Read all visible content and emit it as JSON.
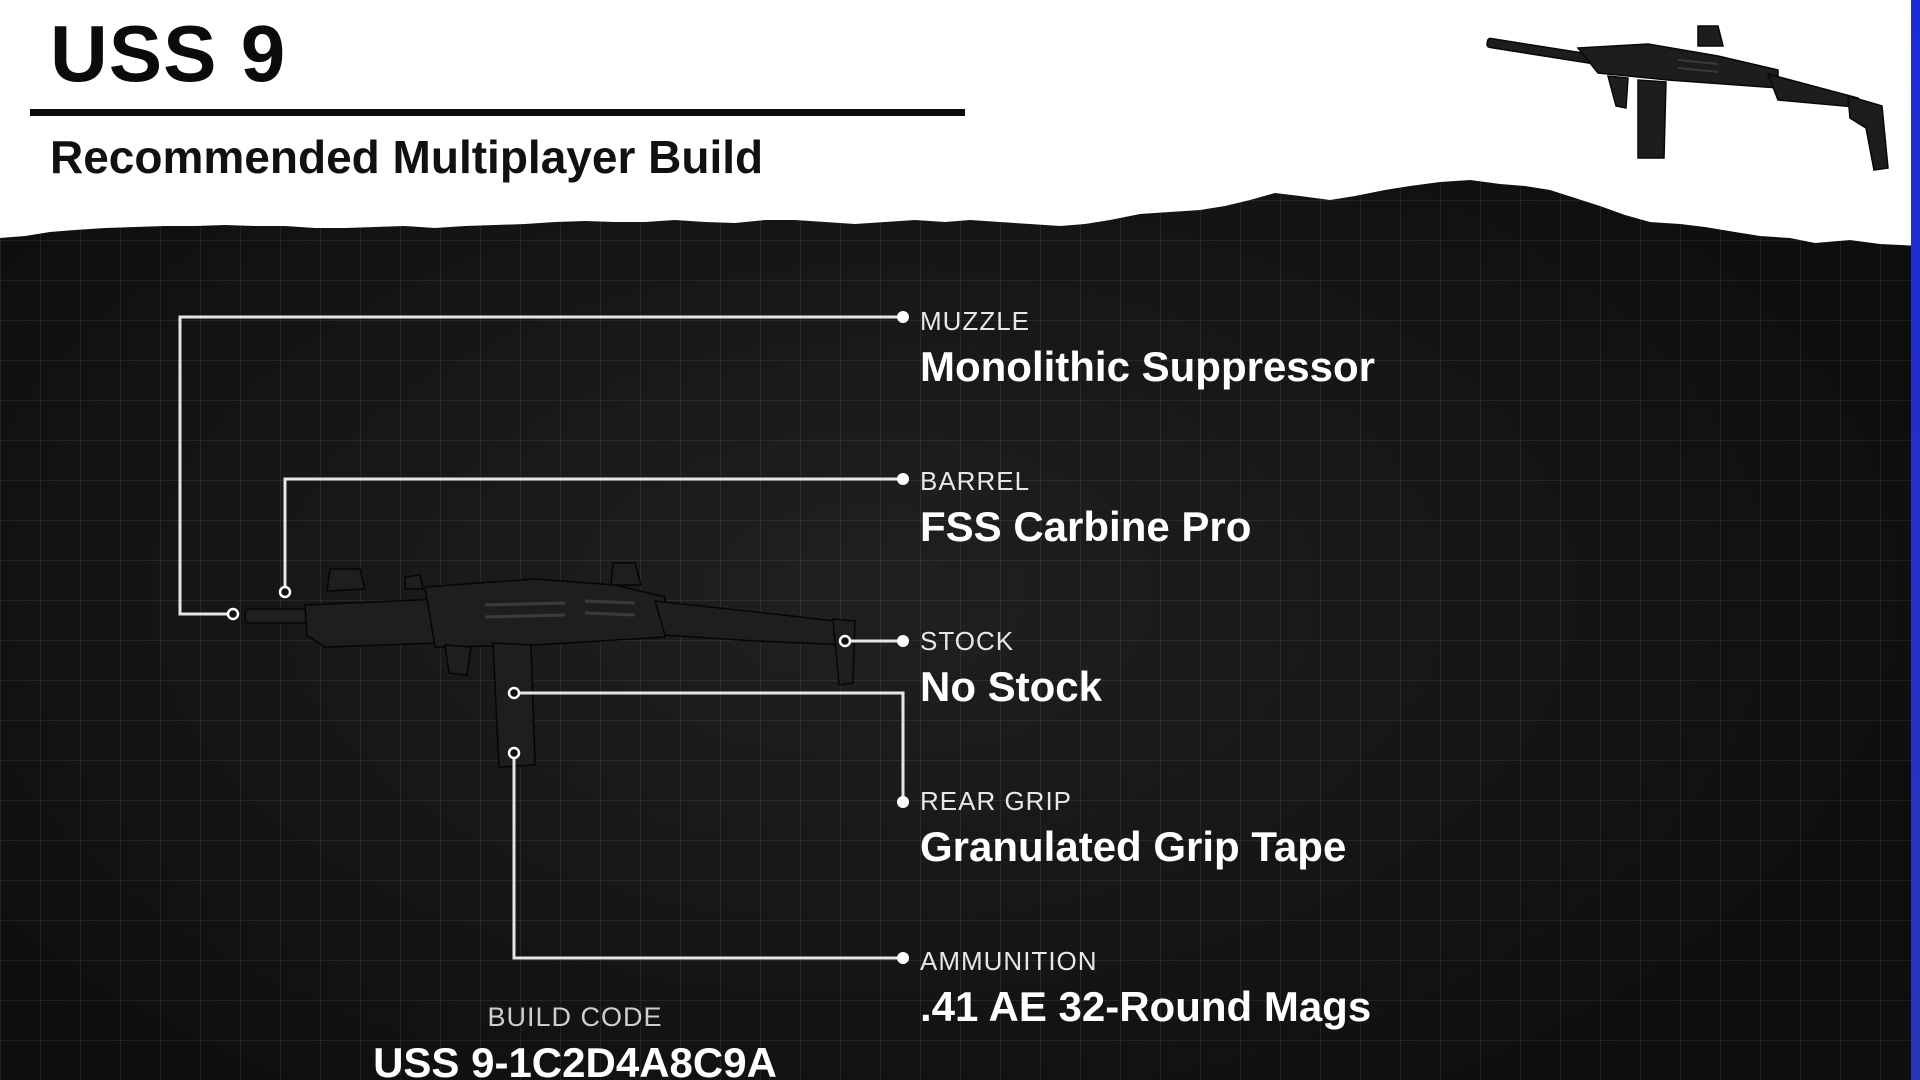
{
  "header": {
    "title": "USS 9",
    "subtitle": "Recommended Multiplayer Build"
  },
  "attachments": [
    {
      "category": "MUZZLE",
      "name": "Monolithic Suppressor"
    },
    {
      "category": "BARREL",
      "name": "FSS Carbine Pro"
    },
    {
      "category": "STOCK",
      "name": "No Stock"
    },
    {
      "category": "REAR GRIP",
      "name": "Granulated Grip Tape"
    },
    {
      "category": "AMMUNITION",
      "name": ".41 AE 32-Round Mags"
    }
  ],
  "build_code": {
    "label": "BUILD CODE",
    "value": "USS 9-1C2D4A8C9A"
  },
  "colors": {
    "header_bg": "#ffffff",
    "panel_bg": "#131313",
    "accent_strip": "#1c2bd8",
    "text_light": "#ffffff"
  },
  "icons": [
    "smg-weapon-icon",
    "smg-weapon-hero-icon"
  ]
}
